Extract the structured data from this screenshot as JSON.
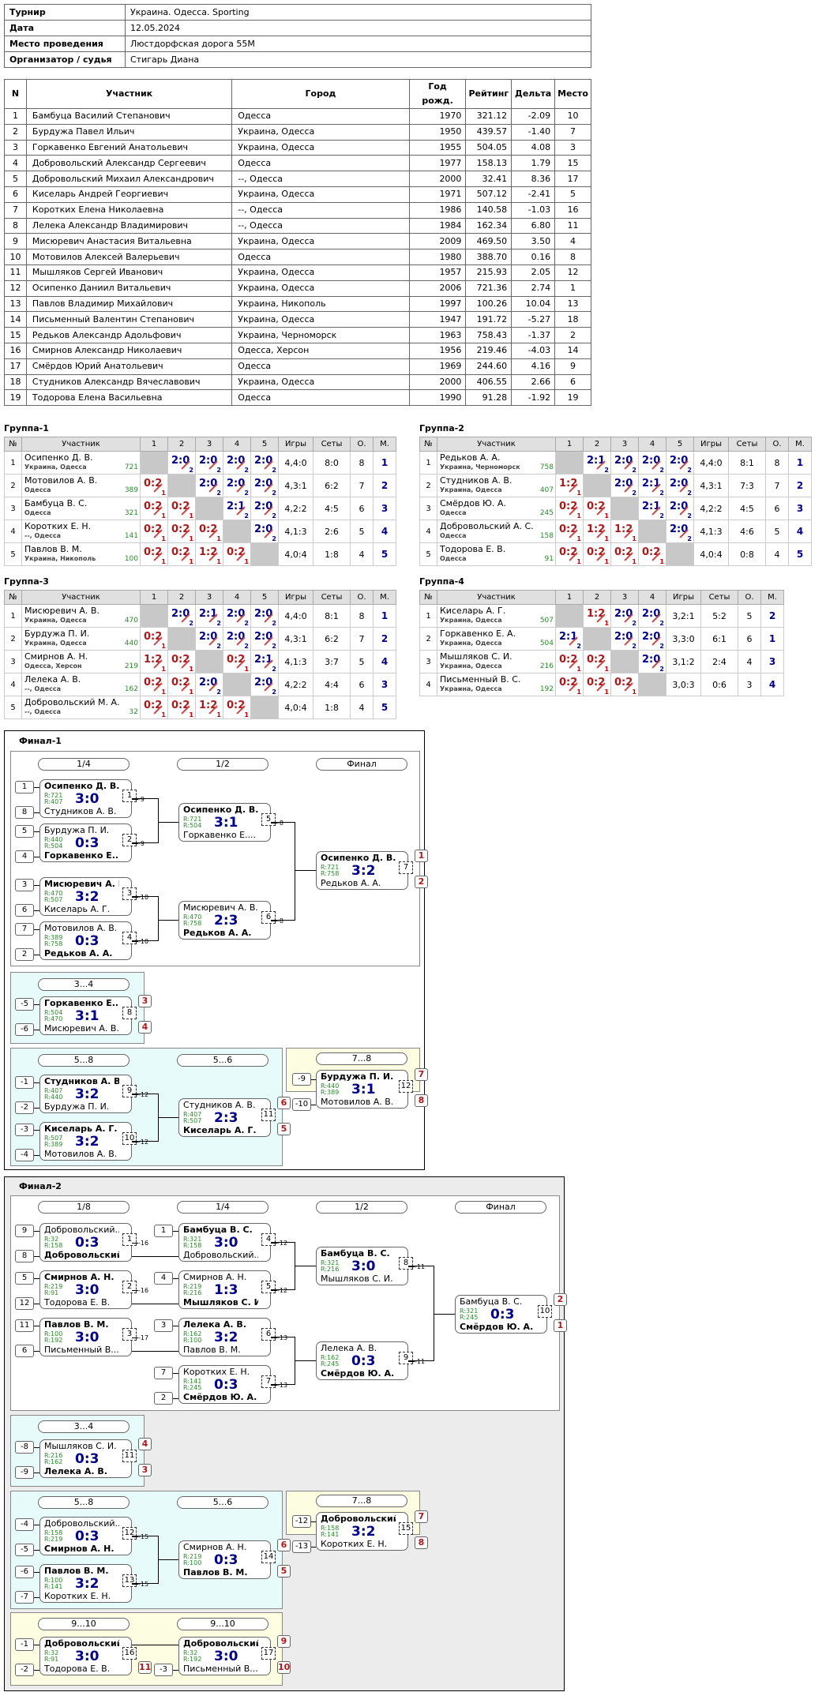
{
  "info": [
    {
      "k": "Турнир",
      "v": "Украина. Одесса. Sporting"
    },
    {
      "k": "Дата",
      "v": "12.05.2024"
    },
    {
      "k": "Место проведения",
      "v": "Люстдорфская дорога 55М"
    },
    {
      "k": "Организатор / судья",
      "v": "Стигарь Диана"
    }
  ],
  "ptable": {
    "headers": [
      "N",
      "Участник",
      "Город",
      "Год рожд.",
      "Рейтинг",
      "Дельта",
      "Место"
    ],
    "rows": [
      [
        "1",
        "Бамбуца Василий Степанович",
        "Одесса",
        "1970",
        "321.12",
        "-2.09",
        "10"
      ],
      [
        "2",
        "Бурдужа Павел Ильич",
        "Украина, Одесса",
        "1950",
        "439.57",
        "-1.40",
        "7"
      ],
      [
        "3",
        "Горкавенко Евгений Анатольевич",
        "Украина, Одесса",
        "1955",
        "504.05",
        "4.08",
        "3"
      ],
      [
        "4",
        "Добровольский Александр Сергеевич",
        "Одесса",
        "1977",
        "158.13",
        "1.79",
        "15"
      ],
      [
        "5",
        "Добровольский Михаил Александрович",
        "--, Одесса",
        "2000",
        "32.41",
        "8.36",
        "17"
      ],
      [
        "6",
        "Киселарь Андрей Георгиевич",
        "Украина, Одесса",
        "1971",
        "507.12",
        "-2.41",
        "5"
      ],
      [
        "7",
        "Коротких Елена Николаевна",
        "--, Одесса",
        "1986",
        "140.58",
        "-1.03",
        "16"
      ],
      [
        "8",
        "Лелека Александр Владимирович",
        "--, Одесса",
        "1984",
        "162.34",
        "6.80",
        "11"
      ],
      [
        "9",
        "Мисюревич Анастасия Витальевна",
        "Украина, Одесса",
        "2009",
        "469.50",
        "3.50",
        "4"
      ],
      [
        "10",
        "Мотовилов Алексей Валерьевич",
        "Одесса",
        "1980",
        "388.70",
        "0.16",
        "8"
      ],
      [
        "11",
        "Мышляков Сергей Иванович",
        "Украина, Одесса",
        "1957",
        "215.93",
        "2.05",
        "12"
      ],
      [
        "12",
        "Осипенко Даниил Витальевич",
        "Украина, Одесса",
        "2006",
        "721.36",
        "2.74",
        "1"
      ],
      [
        "13",
        "Павлов Владимир Михайлович",
        "Украина, Никополь",
        "1997",
        "100.26",
        "10.04",
        "13"
      ],
      [
        "14",
        "Письменный Валентин Степанович",
        "Украина, Одесса",
        "1947",
        "191.72",
        "-5.27",
        "18"
      ],
      [
        "15",
        "Редьков Александр Адольфович",
        "Украина, Черноморск",
        "1963",
        "758.43",
        "-1.37",
        "2"
      ],
      [
        "16",
        "Смирнов Александр Николаевич",
        "Одесса, Херсон",
        "1956",
        "219.46",
        "-4.03",
        "14"
      ],
      [
        "17",
        "Смёрдов Юрий Анатольевич",
        "Одесса",
        "1969",
        "244.60",
        "4.16",
        "9"
      ],
      [
        "18",
        "Студников Александр Вячеславович",
        "Украина, Одесса",
        "2000",
        "406.55",
        "2.66",
        "6"
      ],
      [
        "19",
        "Тодорова Елена Васильевна",
        "Одесса",
        "1990",
        "91.28",
        "-1.92",
        "19"
      ]
    ]
  },
  "group_headers": [
    "№",
    "Участник",
    "1",
    "2",
    "3",
    "4",
    "5",
    "Игры",
    "Сеты",
    "О.",
    "М."
  ],
  "group4_headers": [
    "№",
    "Участник",
    "1",
    "2",
    "3",
    "4",
    "Игры",
    "Сеты",
    "О.",
    "М."
  ],
  "groups": [
    {
      "title": "Группа-1",
      "players": [
        {
          "n": "1",
          "name": "Осипенко Д. В.",
          "city": "Украина, Одесса",
          "r": "721",
          "cells": [
            "X",
            "2:0|2",
            "2:0|2",
            "2:0|2",
            "2:0|2"
          ],
          "g": "4,4:0",
          "s": "8:0",
          "o": "8",
          "m": "1"
        },
        {
          "n": "2",
          "name": "Мотовилов А. В.",
          "city": "Одесса",
          "r": "389",
          "cells": [
            "0:2|1",
            "X",
            "2:0|2",
            "2:0|2",
            "2:0|2"
          ],
          "g": "4,3:1",
          "s": "6:2",
          "o": "7",
          "m": "2"
        },
        {
          "n": "3",
          "name": "Бамбуца В. С.",
          "city": "Одесса",
          "r": "321",
          "cells": [
            "0:2|1",
            "0:2|1",
            "X",
            "2:1|2",
            "2:0|2"
          ],
          "g": "4,2:2",
          "s": "4:5",
          "o": "6",
          "m": "3"
        },
        {
          "n": "4",
          "name": "Коротких Е. Н.",
          "city": "--, Одесса",
          "r": "141",
          "cells": [
            "0:2|1",
            "0:2|1",
            "0:2|1",
            "X",
            "2:0|2"
          ],
          "g": "4,1:3",
          "s": "2:6",
          "o": "5",
          "m": "4"
        },
        {
          "n": "5",
          "name": "Павлов В. М.",
          "city": "Украина, Никополь",
          "r": "100",
          "cells": [
            "0:2|1",
            "0:2|1",
            "1:2|1",
            "0:2|1",
            "X"
          ],
          "g": "4,0:4",
          "s": "1:8",
          "o": "4",
          "m": "5"
        }
      ]
    },
    {
      "title": "Группа-2",
      "players": [
        {
          "n": "1",
          "name": "Редьков А. А.",
          "city": "Украина, Черноморск",
          "r": "758",
          "cells": [
            "X",
            "2:1|2",
            "2:0|2",
            "2:0|2",
            "2:0|2"
          ],
          "g": "4,4:0",
          "s": "8:1",
          "o": "8",
          "m": "1"
        },
        {
          "n": "2",
          "name": "Студников А. В.",
          "city": "Украина, Одесса",
          "r": "407",
          "cells": [
            "1:2|1",
            "X",
            "2:0|2",
            "2:1|2",
            "2:0|2"
          ],
          "g": "4,3:1",
          "s": "7:3",
          "o": "7",
          "m": "2"
        },
        {
          "n": "3",
          "name": "Смёрдов Ю. А.",
          "city": "Одесса",
          "r": "245",
          "cells": [
            "0:2|1",
            "0:2|1",
            "X",
            "2:1|2",
            "2:0|2"
          ],
          "g": "4,2:2",
          "s": "4:5",
          "o": "6",
          "m": "3"
        },
        {
          "n": "4",
          "name": "Добровольский А. С.",
          "city": "Одесса",
          "r": "158",
          "cells": [
            "0:2|1",
            "1:2|1",
            "1:2|1",
            "X",
            "2:0|2"
          ],
          "g": "4,1:3",
          "s": "4:6",
          "o": "5",
          "m": "4"
        },
        {
          "n": "5",
          "name": "Тодорова Е. В.",
          "city": "Одесса",
          "r": "91",
          "cells": [
            "0:2|1",
            "0:2|1",
            "0:2|1",
            "0:2|1",
            "X"
          ],
          "g": "4,0:4",
          "s": "0:8",
          "o": "4",
          "m": "5"
        }
      ]
    },
    {
      "title": "Группа-3",
      "players": [
        {
          "n": "1",
          "name": "Мисюревич А. В.",
          "city": "Украина, Одесса",
          "r": "470",
          "cells": [
            "X",
            "2:0|2",
            "2:1|2",
            "2:0|2",
            "2:0|2"
          ],
          "g": "4,4:0",
          "s": "8:1",
          "o": "8",
          "m": "1"
        },
        {
          "n": "2",
          "name": "Бурдужа П. И.",
          "city": "Украина, Одесса",
          "r": "440",
          "cells": [
            "0:2|1",
            "X",
            "2:0|2",
            "2:0|2",
            "2:0|2"
          ],
          "g": "4,3:1",
          "s": "6:2",
          "o": "7",
          "m": "2"
        },
        {
          "n": "3",
          "name": "Смирнов А. Н.",
          "city": "Одесса, Херсон",
          "r": "219",
          "cells": [
            "1:2|1",
            "0:2|1",
            "X",
            "0:2|1",
            "2:1|2"
          ],
          "g": "4,1:3",
          "s": "3:7",
          "o": "5",
          "m": "4"
        },
        {
          "n": "4",
          "name": "Лелека А. В.",
          "city": "--, Одесса",
          "r": "162",
          "cells": [
            "0:2|1",
            "0:2|1",
            "2:0|2",
            "X",
            "2:0|2"
          ],
          "g": "4,2:2",
          "s": "4:4",
          "o": "6",
          "m": "3"
        },
        {
          "n": "5",
          "name": "Добровольский М. А.",
          "city": "--, Одесса",
          "r": "32",
          "cells": [
            "0:2|1",
            "0:2|1",
            "1:2|1",
            "0:2|1",
            "X"
          ],
          "g": "4,0:4",
          "s": "1:8",
          "o": "4",
          "m": "5"
        }
      ]
    },
    {
      "title": "Группа-4",
      "players": [
        {
          "n": "1",
          "name": "Киселарь А. Г.",
          "city": "Украина, Одесса",
          "r": "507",
          "cells": [
            "X",
            "1:2|1",
            "2:0|2",
            "2:0|2"
          ],
          "g": "3,2:1",
          "s": "5:2",
          "o": "5",
          "m": "2"
        },
        {
          "n": "2",
          "name": "Горкавенко Е. А.",
          "city": "Украина, Одесса",
          "r": "504",
          "cells": [
            "2:1|2",
            "X",
            "2:0|2",
            "2:0|2"
          ],
          "g": "3,3:0",
          "s": "6:1",
          "o": "6",
          "m": "1"
        },
        {
          "n": "3",
          "name": "Мышляков С. И.",
          "city": "Украина, Одесса",
          "r": "216",
          "cells": [
            "0:2|1",
            "0:2|1",
            "X",
            "2:0|2"
          ],
          "g": "3,1:2",
          "s": "2:4",
          "o": "4",
          "m": "3"
        },
        {
          "n": "4",
          "name": "Письменный В. С.",
          "city": "Украина, Одесса",
          "r": "192",
          "cells": [
            "0:2|1",
            "0:2|1",
            "0:2|1",
            "X"
          ],
          "g": "3,0:3",
          "s": "0:6",
          "o": "3",
          "m": "4"
        }
      ]
    }
  ],
  "final1": {
    "title": "Финал-1",
    "rounds": [
      "1/4",
      "1/2",
      "Финал",
      "3...4",
      "5...8",
      "5...6",
      "7...8"
    ],
    "seeds": [
      "1",
      "8",
      "5",
      "4",
      "3",
      "6",
      "7",
      "2",
      "-5",
      "-6",
      "-1",
      "-2",
      "-3",
      "-4",
      "-9",
      "-10"
    ],
    "matches": [
      {
        "p1": "Осипенко Д. В.",
        "r1": "R:721",
        "p2": "Студников А. В.",
        "r2": "R:407",
        "sc": "3:0",
        "num": "1",
        "w": 1,
        "lr": "-9"
      },
      {
        "p1": "Бурдужа П. И.",
        "r1": "R:440",
        "p2": "Горкавенко Е....",
        "r2": "R:504",
        "sc": "0:3",
        "num": "2",
        "w": 2,
        "lr": "-9"
      },
      {
        "p1": "Мисюревич А. В.",
        "r1": "R:470",
        "p2": "Киселарь А. Г.",
        "r2": "R:507",
        "sc": "3:2",
        "num": "3",
        "w": 1,
        "lr": "-10"
      },
      {
        "p1": "Мотовилов А. В.",
        "r1": "R:389",
        "p2": "Редьков А. А.",
        "r2": "R:758",
        "sc": "0:3",
        "num": "4",
        "w": 2,
        "lr": "-10"
      },
      {
        "p1": "Осипенко Д. В.",
        "r1": "R:721",
        "p2": "Горкавенко Е....",
        "r2": "R:504",
        "sc": "3:1",
        "num": "5",
        "w": 1,
        "lr": "-8"
      },
      {
        "p1": "Мисюревич А. В.",
        "r1": "R:470",
        "p2": "Редьков А. А.",
        "r2": "R:758",
        "sc": "2:3",
        "num": "6",
        "w": 2,
        "lr": "-8"
      },
      {
        "p1": "Осипенко Д. В.",
        "r1": "R:721",
        "p2": "Редьков А. А.",
        "r2": "R:758",
        "sc": "3:2",
        "num": "7",
        "w": 1,
        "pl1": "1",
        "pl2": "2"
      },
      {
        "p1": "Горкавенко Е....",
        "r1": "R:504",
        "p2": "Мисюревич А. В.",
        "r2": "R:470",
        "sc": "3:1",
        "num": "8",
        "w": 1,
        "pl1": "3",
        "pl2": "4"
      },
      {
        "p1": "Студников А. В.",
        "r1": "R:407",
        "p2": "Бурдужа П. И.",
        "r2": "R:440",
        "sc": "3:2",
        "num": "9",
        "w": 1,
        "lr": "-12"
      },
      {
        "p1": "Киселарь А. Г.",
        "r1": "R:507",
        "p2": "Мотовилов А. В.",
        "r2": "R:389",
        "sc": "3:2",
        "num": "10",
        "w": 1,
        "lr": "-12"
      },
      {
        "p1": "Студников А. В.",
        "r1": "R:407",
        "p2": "Киселарь А. Г.",
        "r2": "R:507",
        "sc": "2:3",
        "num": "11",
        "w": 2,
        "pl1": "6",
        "pl2": "5"
      },
      {
        "p1": "Бурдужа П. И.",
        "r1": "R:440",
        "p2": "Мотовилов А. В.",
        "r2": "R:389",
        "sc": "3:1",
        "num": "12",
        "w": 1,
        "pl1": "7",
        "pl2": "8"
      }
    ]
  },
  "final2": {
    "title": "Финал-2",
    "rounds": [
      "1/8",
      "1/4",
      "1/2",
      "Финал",
      "3...4",
      "5...8",
      "5...6",
      "7...8",
      "9...10",
      "9...10"
    ],
    "seeds": [
      "9",
      "8",
      "5",
      "12",
      "11",
      "6",
      "1",
      "4",
      "3",
      "7",
      "2",
      "-8",
      "-9",
      "-4",
      "-5",
      "-6",
      "-7",
      "-12",
      "-13",
      "-1",
      "-2",
      "-3"
    ],
    "matches": [
      {
        "p1": "Добровольский...",
        "r1": "R:32",
        "p2": "Добровольский...",
        "r2": "R:158",
        "sc": "0:3",
        "num": "1",
        "w": 2,
        "lr": "-16"
      },
      {
        "p1": "Смирнов А. Н.",
        "r1": "R:219",
        "p2": "Тодорова Е. В.",
        "r2": "R:91",
        "sc": "3:0",
        "num": "2",
        "w": 1,
        "lr": "-16"
      },
      {
        "p1": "Павлов В. М.",
        "r1": "R:100",
        "p2": "Письменный В...",
        "r2": "R:192",
        "sc": "3:0",
        "num": "3",
        "w": 1,
        "lr": "-17"
      },
      {
        "p1": "Бамбуца В. С.",
        "r1": "R:321",
        "p2": "Добровольский...",
        "r2": "R:158",
        "sc": "3:0",
        "num": "4",
        "w": 1,
        "lr": "-12"
      },
      {
        "p1": "Смирнов А. Н.",
        "r1": "R:219",
        "p2": "Мышляков С. И.",
        "r2": "R:216",
        "sc": "1:3",
        "num": "5",
        "w": 2,
        "lr": "-12"
      },
      {
        "p1": "Лелека А. В.",
        "r1": "R:162",
        "p2": "Павлов В. М.",
        "r2": "R:100",
        "sc": "3:2",
        "num": "6",
        "w": 1,
        "lr": "-13"
      },
      {
        "p1": "Коротких Е. Н.",
        "r1": "R:141",
        "p2": "Смёрдов Ю. А.",
        "r2": "R:245",
        "sc": "0:3",
        "num": "7",
        "w": 2,
        "lr": "-13"
      },
      {
        "p1": "Бамбуца В. С.",
        "r1": "R:321",
        "p2": "Мышляков С. И.",
        "r2": "R:216",
        "sc": "3:0",
        "num": "8",
        "w": 1,
        "lr": "-11"
      },
      {
        "p1": "Лелека А. В.",
        "r1": "R:162",
        "p2": "Смёрдов Ю. А.",
        "r2": "R:245",
        "sc": "0:3",
        "num": "9",
        "w": 2,
        "lr": "-11"
      },
      {
        "p1": "Бамбуца В. С.",
        "r1": "R:321",
        "p2": "Смёрдов Ю. А.",
        "r2": "R:245",
        "sc": "0:3",
        "num": "10",
        "w": 2,
        "pl1": "2",
        "pl2": "1"
      },
      {
        "p1": "Мышляков С. И.",
        "r1": "R:216",
        "p2": "Лелека А. В.",
        "r2": "R:162",
        "sc": "0:3",
        "num": "11",
        "w": 2,
        "pl1": "4",
        "pl2": "3"
      },
      {
        "p1": "Добровольский...",
        "r1": "R:158",
        "p2": "Смирнов А. Н.",
        "r2": "R:219",
        "sc": "0:3",
        "num": "12",
        "w": 2,
        "lr": "-15"
      },
      {
        "p1": "Павлов В. М.",
        "r1": "R:100",
        "p2": "Коротких Е. Н.",
        "r2": "R:141",
        "sc": "3:2",
        "num": "13",
        "w": 1,
        "lr": "-15"
      },
      {
        "p1": "Смирнов А. Н.",
        "r1": "R:219",
        "p2": "Павлов В. М.",
        "r2": "R:100",
        "sc": "0:3",
        "num": "14",
        "w": 2,
        "pl1": "6",
        "pl2": "5"
      },
      {
        "p1": "Добровольский...",
        "r1": "R:158",
        "p2": "Коротких Е. Н.",
        "r2": "R:141",
        "sc": "3:2",
        "num": "15",
        "w": 1,
        "pl1": "7",
        "pl2": "8"
      },
      {
        "p1": "Добровольский...",
        "r1": "R:32",
        "p2": "Тодорова Е. В.",
        "r2": "R:91",
        "sc": "3:0",
        "num": "16",
        "w": 1,
        "pl2": "11"
      },
      {
        "p1": "Добровольский...",
        "r1": "R:32",
        "p2": "Письменный В...",
        "r2": "R:192",
        "sc": "3:0",
        "num": "17",
        "w": 1,
        "pl1": "9",
        "pl2": "10"
      }
    ]
  },
  "colors": {
    "panelBlue": "#e8fbfb",
    "panelYellow": "#fdfde2",
    "panelGray": "#ececec",
    "winBlue": "#000088",
    "loseRed": "#aa1a1a",
    "rating": "#2a8a2a"
  }
}
